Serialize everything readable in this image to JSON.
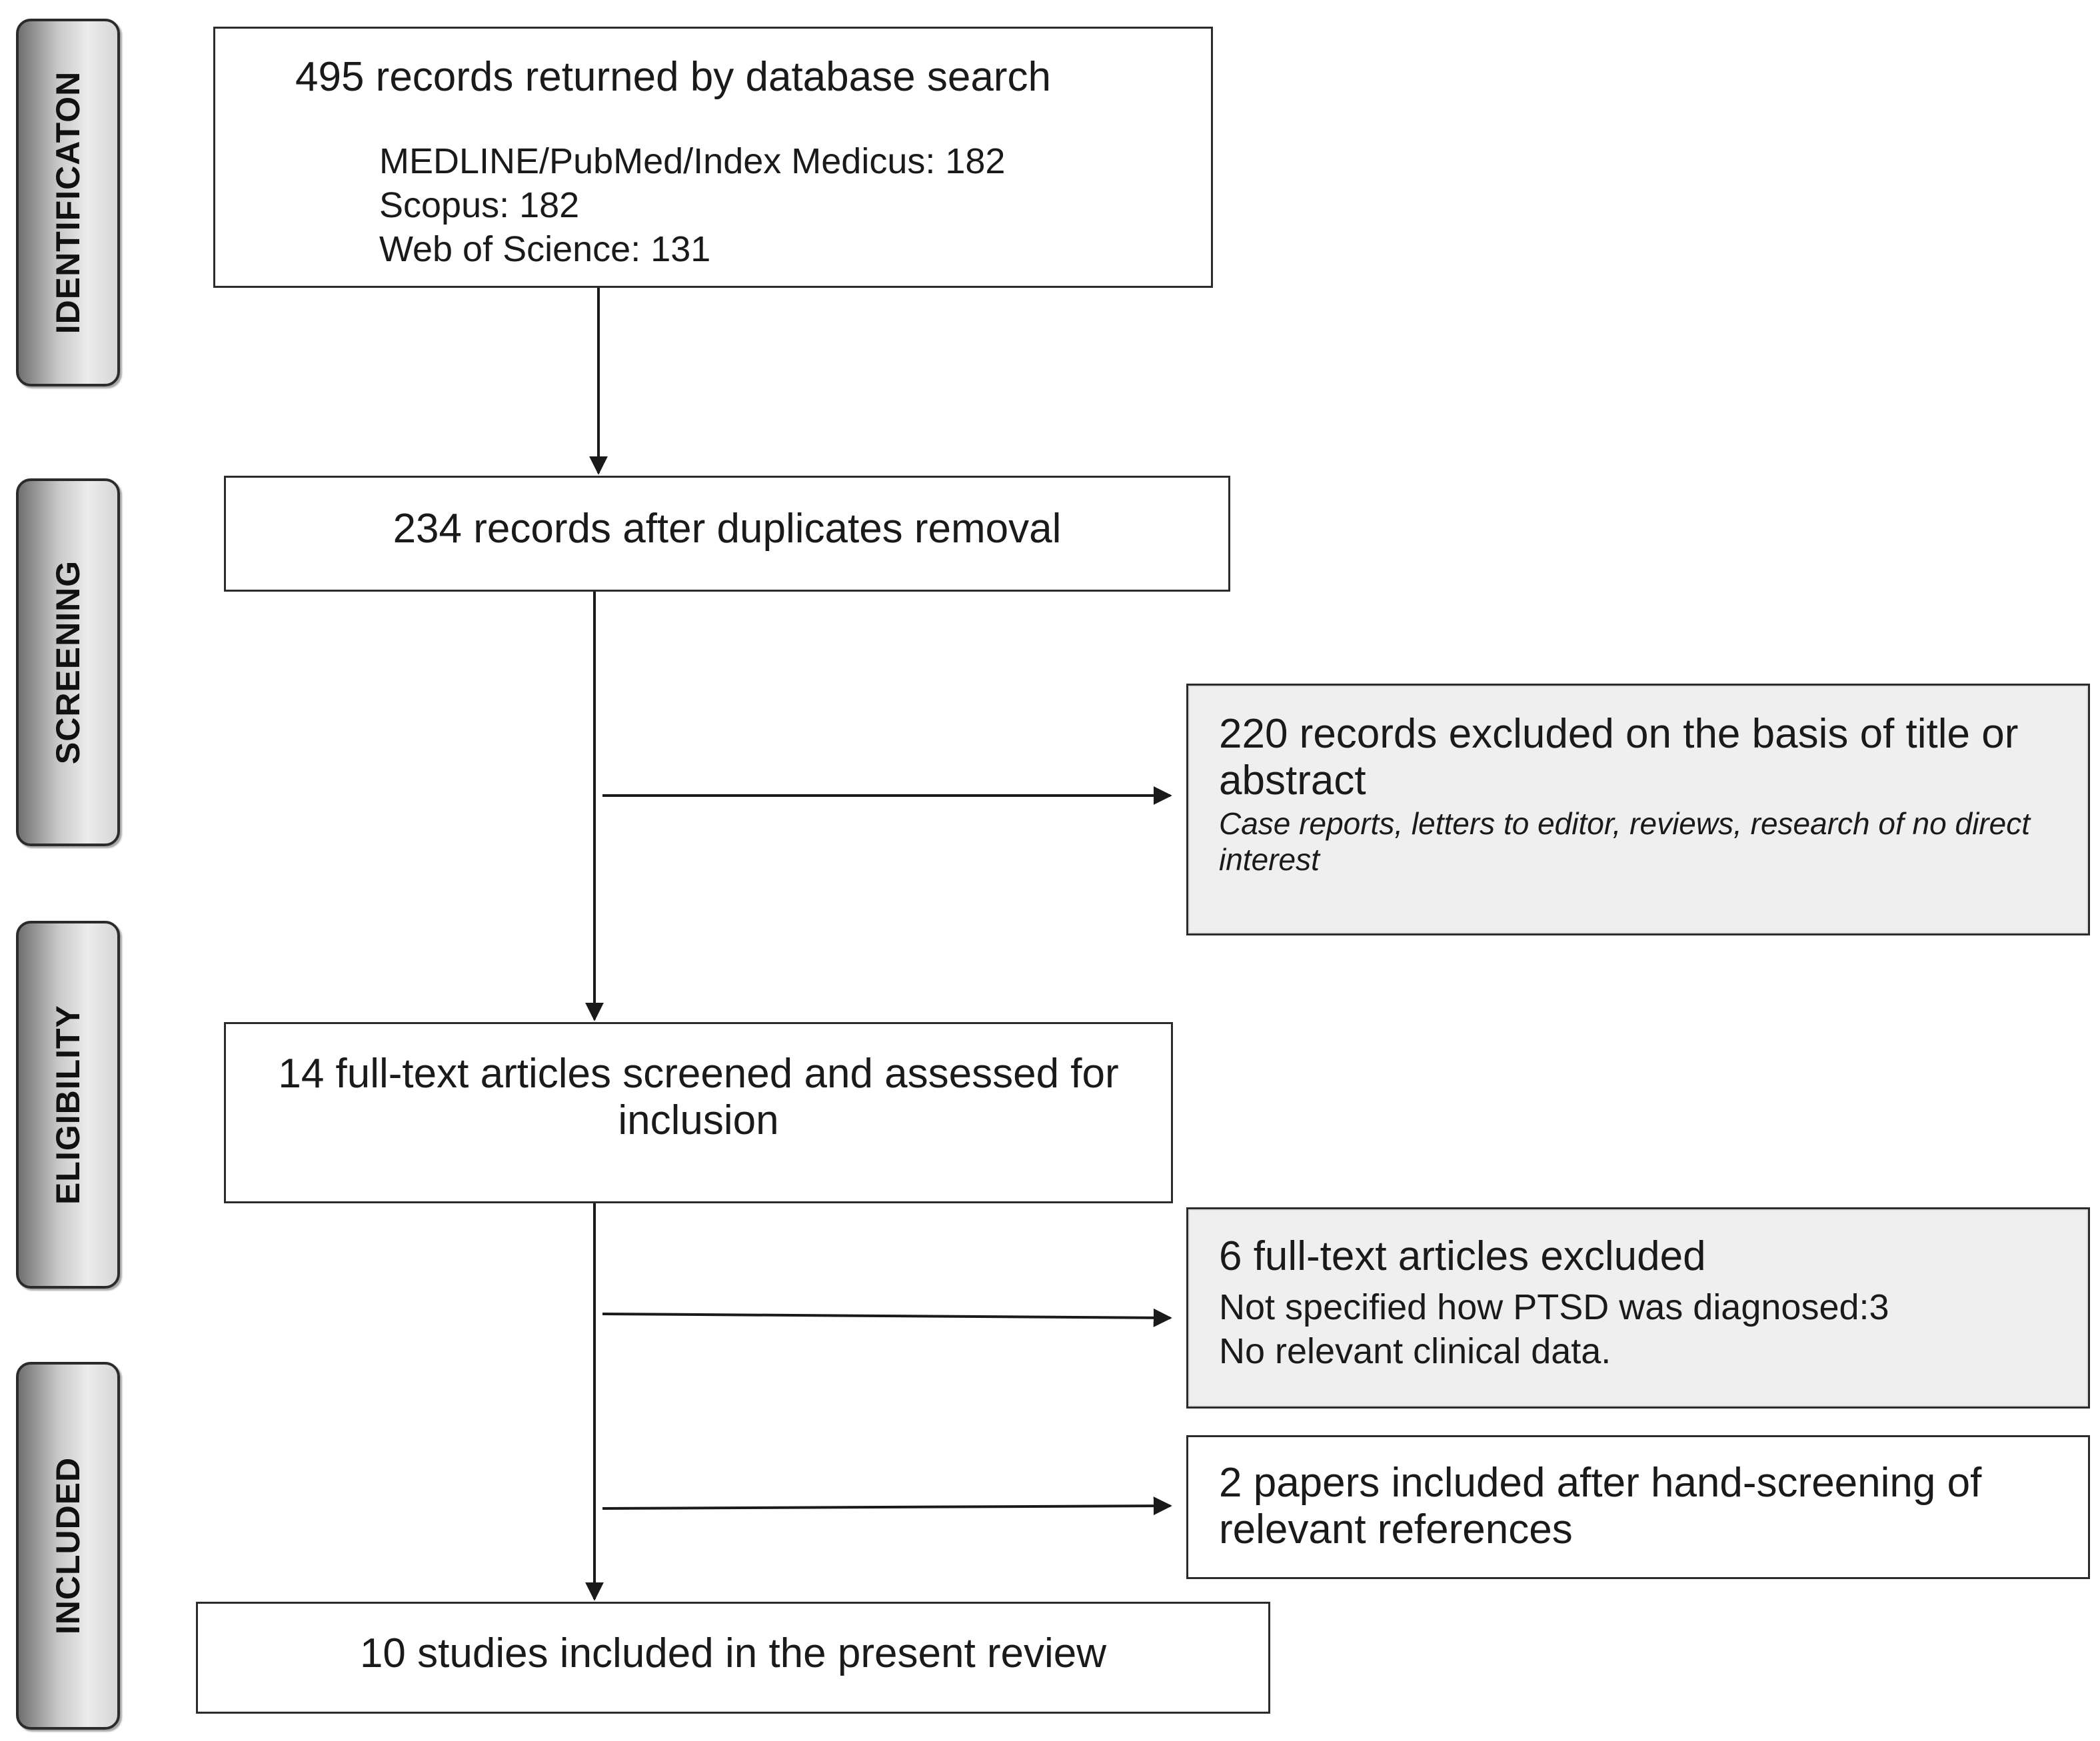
{
  "stages": {
    "identification": "IDENTIFICATON",
    "screening": "SCREENING",
    "eligibility": "ELIGIBILITY",
    "included": "INCLUDED"
  },
  "search": {
    "title": "495 records returned by database search",
    "sources": [
      "MEDLINE/PubMed/Index  Medicus: 182",
      "Scopus: 182",
      "Web of Science: 131"
    ]
  },
  "duplicates": {
    "text": "234 records after duplicates removal"
  },
  "excluded_title_abstract": {
    "title": "220 records excluded on the basis of title or abstract",
    "detail": "Case reports, letters to editor, reviews, research of no direct interest"
  },
  "eligibility": {
    "text": "14 full-text  articles screened and assessed for inclusion"
  },
  "excluded_fulltext": {
    "title": "6 full-text  articles excluded",
    "reasons": [
      "Not specified how PTSD was diagnosed:3",
      "No relevant clinical data."
    ]
  },
  "hand_screening": {
    "text": "2 papers included after hand-screening of relevant references"
  },
  "included": {
    "text": "10 studies included in the present review"
  }
}
